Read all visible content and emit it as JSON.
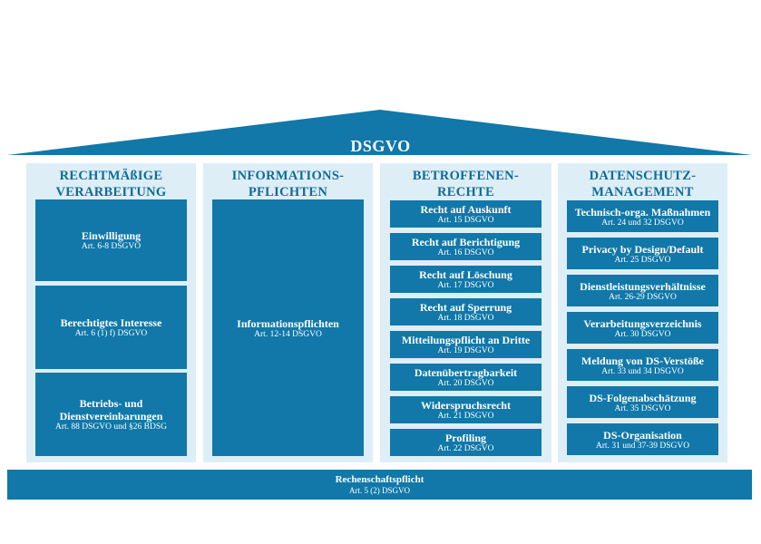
{
  "roof": {
    "title": "DSGVO"
  },
  "columns": [
    {
      "title_line1": "RECHTMÄßIGE",
      "title_line2": "VERARBEITUNG",
      "items": [
        {
          "title": "Einwilligung",
          "ref": "Art. 6-8 DSGVO"
        },
        {
          "title": "Berechtigtes Interesse",
          "ref": "Art. 6 (1) f) DSGVO"
        },
        {
          "title": "Betriebs- und Dienstvereinbarungen",
          "ref": "Art. 88 DSGVO und §26 BDSG"
        }
      ]
    },
    {
      "title_line1": "INFORMATIONS-",
      "title_line2": "PFLICHTEN",
      "items": [
        {
          "title": "Informationspflichten",
          "ref": "Art. 12-14 DSGVO"
        }
      ]
    },
    {
      "title_line1": "BETROFFENEN-",
      "title_line2": "RECHTE",
      "items": [
        {
          "title": "Recht auf Auskunft",
          "ref": "Art. 15 DSGVO"
        },
        {
          "title": "Recht auf Berichtigung",
          "ref": "Art. 16 DSGVO"
        },
        {
          "title": "Recht auf Löschung",
          "ref": "Art. 17 DSGVO"
        },
        {
          "title": "Recht auf Sperrung",
          "ref": "Art. 18 DSGVO"
        },
        {
          "title": "Mitteilungspflicht an Dritte",
          "ref": "Art. 19 DSGVO"
        },
        {
          "title": "Datenübertragbarkeit",
          "ref": "Art. 20 DSGVO"
        },
        {
          "title": "Widerspruchsrecht",
          "ref": "Art. 21 DSGVO"
        },
        {
          "title": "Profiling",
          "ref": "Art. 22 DSGVO"
        }
      ]
    },
    {
      "title_line1": "DATENSCHUTZ-",
      "title_line2": "MANAGEMENT",
      "items": [
        {
          "title": "Technisch-orga. Maßnahmen",
          "ref": "Art. 24 und 32 DSGVO"
        },
        {
          "title": "Privacy by Design/Default",
          "ref": "Art. 25 DSGVO"
        },
        {
          "title": "Dienstleistungsverhältnisse",
          "ref": "Art. 26-29 DSGVO"
        },
        {
          "title": "Verarbeitungsverzeichnis",
          "ref": "Art. 30 DSGVO"
        },
        {
          "title": "Meldung von DS-Verstöße",
          "ref": "Art. 33 und 34 DSGVO"
        },
        {
          "title": "DS-Folgenabschätzung",
          "ref": "Art. 35 DSGVO"
        },
        {
          "title": "DS-Organisation",
          "ref": "Art. 31 und 37-39 DSGVO"
        }
      ]
    }
  ],
  "foundation": {
    "title": "Rechenschaftspflicht",
    "ref": "Art. 5 (2) DSGVO"
  },
  "colors": {
    "primary": "#1178a9",
    "column_bg": "#ddeef7",
    "title_text": "#0f6b98"
  }
}
